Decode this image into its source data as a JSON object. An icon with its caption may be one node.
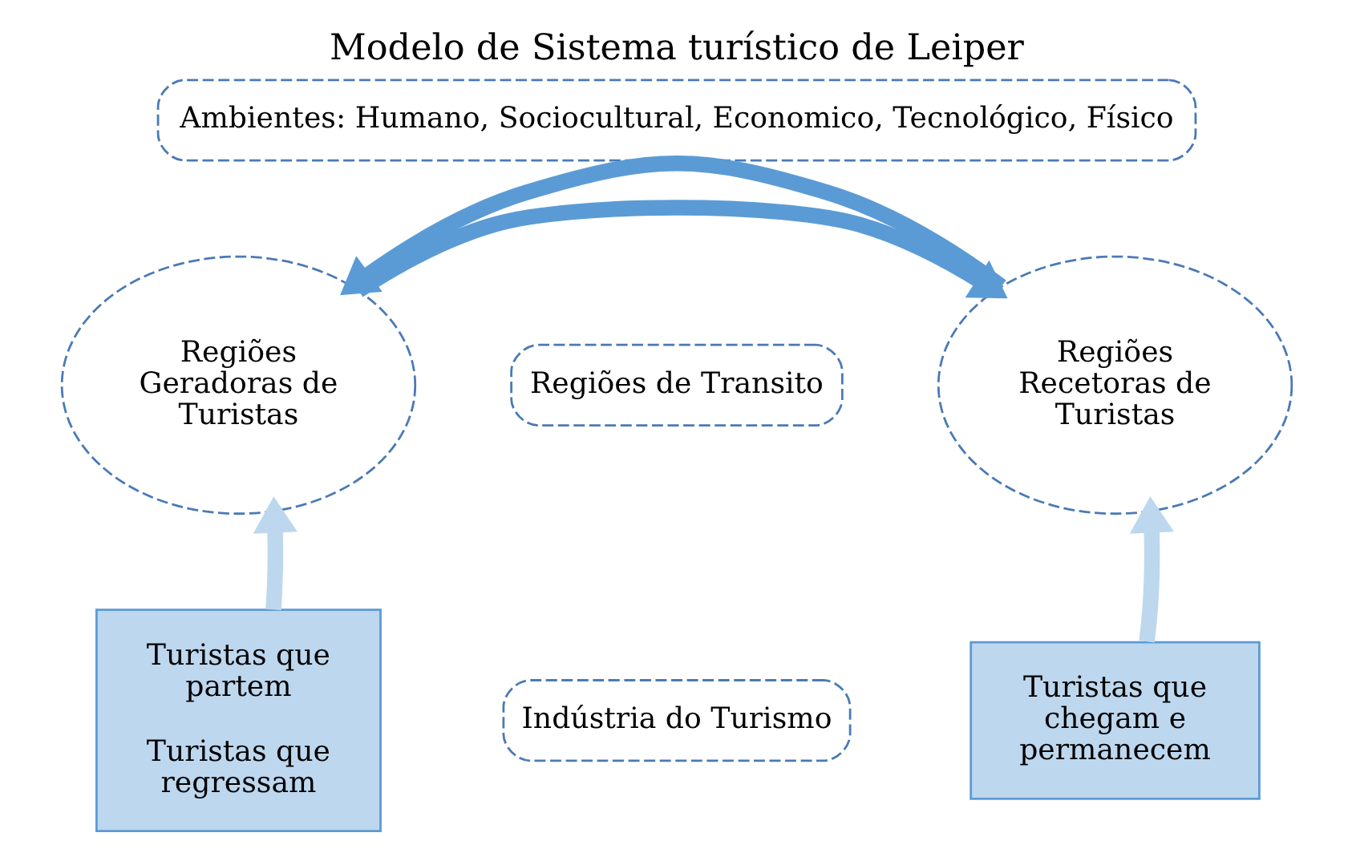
{
  "diagram": {
    "title": "Modelo de Sistema turístico de Leiper",
    "nodes": [
      {
        "text": [
          "Ambientes: Humano, Sociocultural, Economico, Tecnológico, Físico"
        ]
      },
      {
        "text": [
          "Regiões Geradoras de Turistas"
        ]
      },
      {
        "text": [
          "Regiões de Transito"
        ]
      },
      {
        "text": [
          "Regiões Recetoras de Turistas"
        ]
      },
      {
        "text": [
          "Indústria do Turismo"
        ]
      },
      {
        "text": [
          "Turistas que partem",
          "Turistas que regressam"
        ]
      },
      {
        "text": [
          "Turistas que chegam e permanecem"
        ]
      }
    ],
    "edges": [
      {
        "from": 1,
        "to": 3,
        "arrow": "to",
        "color": "#5b9bd5"
      },
      {
        "from": 3,
        "to": 1,
        "arrow": "to",
        "color": "#5b9bd5"
      },
      {
        "from": 5,
        "to": 1,
        "arrow": "to",
        "color": "#bdd7ee"
      },
      {
        "from": 6,
        "to": 3,
        "arrow": "to",
        "color": "#bdd7ee"
      }
    ]
  }
}
